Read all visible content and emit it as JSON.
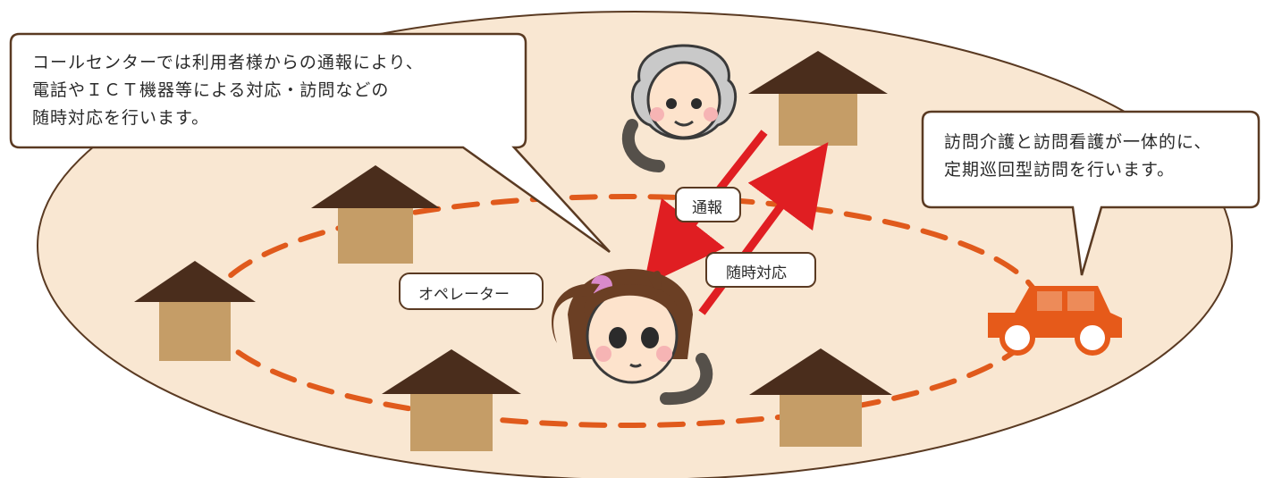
{
  "callouts": {
    "call_center": {
      "lines": [
        "コールセンターでは利用者様からの通報により、",
        "電話やＩＣＴ機器等による対応・訪問などの",
        "随時対応を行います。"
      ]
    },
    "visit": {
      "lines": [
        "訪問介護と訪問看護が一体的に、",
        "定期巡回型訪問を行います。"
      ]
    }
  },
  "tags": {
    "report": "通報",
    "response": "随時対応",
    "operator": "オペレーター"
  },
  "colors": {
    "area_fill": "#f9e7d2",
    "area_stroke": "#5a3a22",
    "route": "#e05a1c",
    "arrow": "#e01e22",
    "house_roof": "#4a2d1c",
    "house_body": "#c59d67",
    "car": "#e65a1a",
    "callout_border": "#5a3a22"
  },
  "icons": {
    "elderly": "elderly-person-with-phone-icon",
    "operator": "operator-with-phone-icon",
    "car": "visit-car-icon",
    "house": "house-icon"
  }
}
